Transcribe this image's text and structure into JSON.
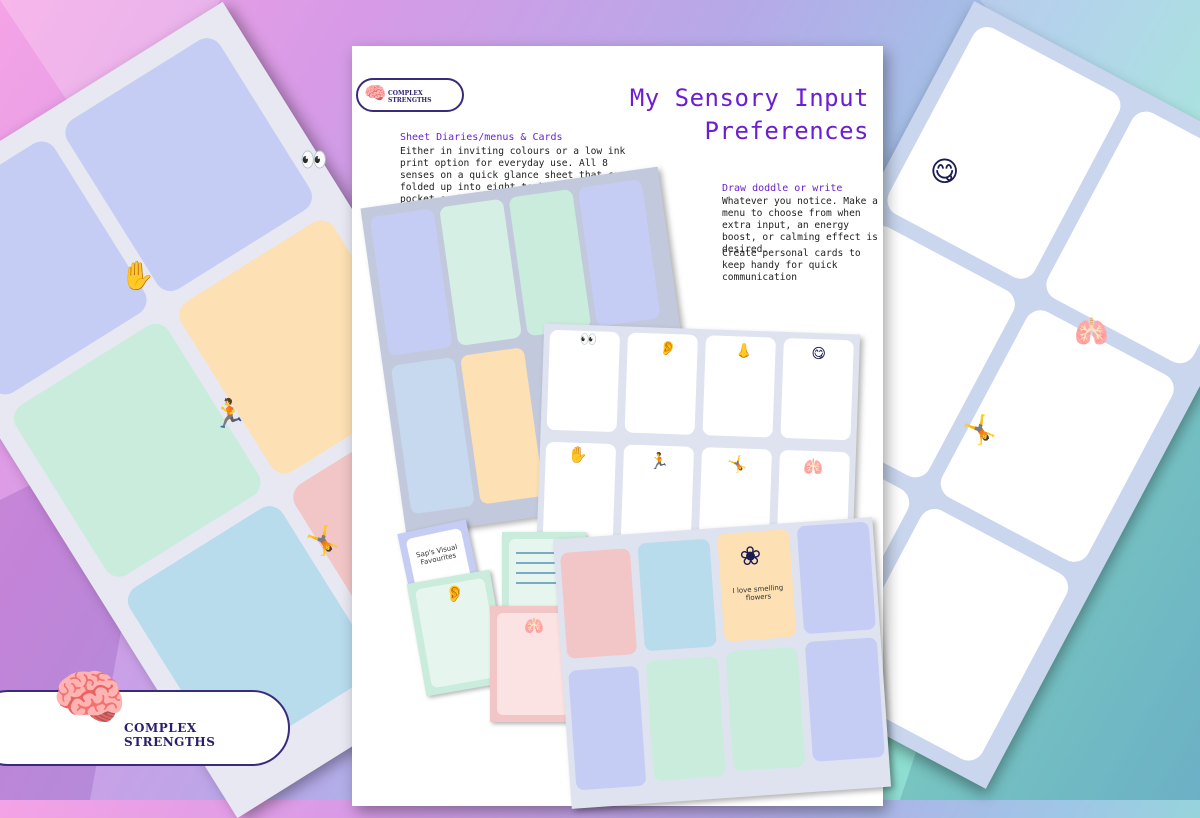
{
  "colors": {
    "title_purple": "#6a1fd1",
    "lavender": "#c5cdf5",
    "mint": "#c9ecdc",
    "peach": "#fde0b3",
    "blue": "#b8dcec",
    "pink": "#f2c6c6",
    "icon_navy": "#1b1b55"
  },
  "header": {
    "title_line1": "My Sensory Input",
    "title_line2": "Preferences",
    "small_logo_text": "COMPLEX STRENGTHS"
  },
  "intro": {
    "heading": "Sheet Diaries/menus & Cards",
    "body": "Either in inviting colours or a low ink print option for everyday use. All 8 senses on a quick glance sheet that can be folded up into eight to keep handy in a pocket or bag, to note down favourite or least favourite sensory activities/inputs."
  },
  "doodle": {
    "heading": "Draw doddle or write",
    "body1": " Whatever you notice. Make a menu to choose from when extra input, an energy boost, or calming effect is desired.",
    "body2": "Create personal cards to keep handy for quick communication"
  },
  "cards": {
    "favourites_label": "Sap's Visual Favourites",
    "flowers_label": "I love smelling flowers"
  },
  "brand": {
    "name": "COMPLEX STRENGTHS"
  },
  "icons": {
    "eyes": "eyes-icon",
    "ear": "ear-icon",
    "nose": "nose-icon",
    "mouth": "mouth-icon",
    "touch": "touch-icon",
    "movement": "movement-icon",
    "balance": "balance-icon",
    "interoception": "interoception-icon"
  }
}
